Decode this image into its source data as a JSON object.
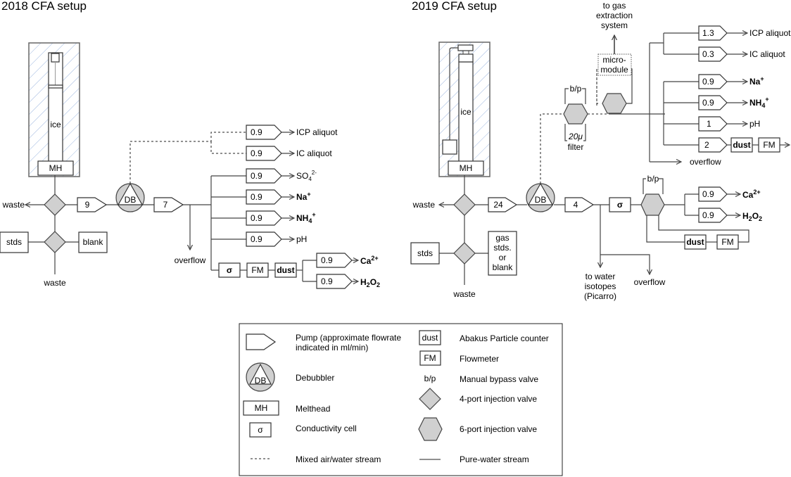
{
  "titles": {
    "left": "2018 CFA setup",
    "right": "2019 CFA setup"
  },
  "common": {
    "ice": "ice",
    "melthead": "MH",
    "debubbler": "DB",
    "waste": "waste",
    "overflow": "overflow",
    "stds": "stds",
    "sigma": "σ",
    "fm": "FM",
    "dust": "dust"
  },
  "setup2018": {
    "blank": "blank",
    "pump_main": "9",
    "pump_after_db": "7",
    "aliquots": [
      {
        "flow": "0.9",
        "label": "ICP aliquot"
      },
      {
        "flow": "0.9",
        "label": "IC aliquot"
      }
    ],
    "channels": [
      {
        "flow": "0.9",
        "label": "SO",
        "sub": "4",
        "sup": "2-",
        "bold": false
      },
      {
        "flow": "0.9",
        "label": "Na",
        "sub": "",
        "sup": "+",
        "bold": true
      },
      {
        "flow": "0.9",
        "label": "NH",
        "sub": "4",
        "sup": "+",
        "bold": true
      },
      {
        "flow": "0.9",
        "label": "pH",
        "sub": "",
        "sup": "",
        "bold": false
      }
    ],
    "dust_channels": [
      {
        "flow": "0.9",
        "label": "Ca",
        "sub": "",
        "sup": "2+",
        "bold": true
      },
      {
        "flow": "0.9",
        "label": "H",
        "sub": "2",
        "mid": "O",
        "sub2": "2",
        "bold": true
      }
    ]
  },
  "setup2019": {
    "gas_stds": [
      "gas",
      "stds.",
      "or",
      "blank"
    ],
    "pump_main": "24",
    "pump_after_db": "4",
    "bypass": "b/p",
    "filter": [
      "20μ",
      "filter"
    ],
    "micromodule": [
      "micro-",
      "module"
    ],
    "gas_extraction": [
      "to gas",
      "extraction",
      "system"
    ],
    "aliquots": [
      {
        "flow": "1.3",
        "label": "ICP aliquot"
      },
      {
        "flow": "0.3",
        "label": "IC aliquot"
      }
    ],
    "channels": [
      {
        "flow": "0.9",
        "label": "Na",
        "sub": "",
        "sup": "+",
        "bold": true
      },
      {
        "flow": "0.9",
        "label": "NH",
        "sub": "4",
        "sup": "+",
        "bold": true
      },
      {
        "flow": "1",
        "label": "pH",
        "sub": "",
        "sup": "",
        "bold": false
      },
      {
        "flow": "2",
        "label": "",
        "sub": "",
        "sup": "",
        "bold": false
      }
    ],
    "dust_channels": [
      {
        "flow": "0.9",
        "label": "Ca",
        "sup": "2+"
      },
      {
        "flow": "0.9",
        "label": "H",
        "sub": "2",
        "mid": "O",
        "sub2": "2"
      }
    ],
    "water_isotopes": [
      "to water",
      "isotopes",
      "(Picarro)"
    ]
  },
  "legend": {
    "left": [
      {
        "symbol": "pump",
        "label": [
          "Pump (approximate flowrate",
          "indicated in ml/min)"
        ]
      },
      {
        "symbol": "debubbler",
        "label": [
          "Debubbler"
        ]
      },
      {
        "symbol": "melthead",
        "label": [
          "Melthead"
        ]
      },
      {
        "symbol": "conductivity",
        "label": [
          "Conductivity cell"
        ]
      },
      {
        "symbol": "dashed-line",
        "label": [
          "Mixed air/water stream"
        ]
      }
    ],
    "right": [
      {
        "symbol": "dust",
        "label": [
          "Abakus Particle counter"
        ]
      },
      {
        "symbol": "flowmeter",
        "label": [
          "Flowmeter"
        ]
      },
      {
        "symbol": "bypass",
        "label": [
          "Manual bypass valve"
        ]
      },
      {
        "symbol": "4-port",
        "label": [
          "4-port injection valve"
        ]
      },
      {
        "symbol": "6-port",
        "label": [
          "6-port injection valve"
        ]
      },
      {
        "symbol": "solid-line",
        "label": [
          "Pure-water stream"
        ]
      }
    ]
  }
}
